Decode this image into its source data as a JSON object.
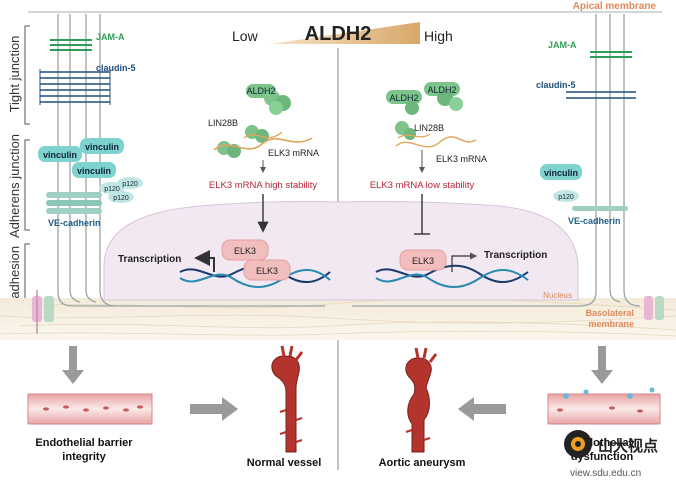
{
  "header": {
    "left_label": "Low",
    "title": "ALDH2",
    "right_label": "High",
    "apical": "Apical membrane"
  },
  "side_labels": {
    "tight": "Tight junction",
    "adherens": "Adherens junction",
    "focal": "Focal adhesion"
  },
  "left_cell": {
    "jama": "JAM-A",
    "claudin": "claudin-5",
    "vinculin": [
      "vinculin",
      "vinculin",
      "vinculin"
    ],
    "p120": [
      "p120",
      "p120",
      "p120"
    ],
    "vecad": "VE-cadherin"
  },
  "right_cell": {
    "jama": "JAM-A",
    "claudin": "claudin-5",
    "vinculin": "vinculin",
    "p120": "p120",
    "vecad": "VE-cadherin",
    "basolateral_1": "Basolateral",
    "basolateral_2": "membrane"
  },
  "low_pathway": {
    "aldh2": "ALDH2",
    "lin28b": "LIN28B",
    "mrna": "ELK3 mRNA",
    "stability": "ELK3 mRNA high stability",
    "elk3_a": "ELK3",
    "elk3_b": "ELK3",
    "transcription": "Transcription"
  },
  "high_pathway": {
    "aldh2_a": "ALDH2",
    "aldh2_b": "ALDH2",
    "lin28b": "LIN28B",
    "mrna": "ELK3 mRNA",
    "stability": "ELK3 mRNA low stability",
    "elk3": "ELK3",
    "transcription": "Transcription",
    "nucleus": "Nucleus"
  },
  "outcomes": {
    "barrier_1": "Endothelial barrier",
    "barrier_2": "integrity",
    "normal": "Normal vessel",
    "aneurysm": "Aortic aneurysm",
    "dysfunction_1": "Endothelial",
    "dysfunction_2": "dysfunction"
  },
  "watermark": {
    "brand": "山大视点",
    "url": "view.sdu.edu.cn"
  },
  "colors": {
    "membrane": "#9aa5a8",
    "jam_green": "#2e9d5a",
    "claudin_blue": "#1d4f7a",
    "vinculin_teal": "#7fd3cf",
    "protein_green": "#7cc48a",
    "mrna_orange": "#e1a45a",
    "stability_red": "#b5263a",
    "elk3_pink": "#f2bdbd",
    "nucleus_lilac": "#f1e8f2",
    "arrow_grey": "#9a9a9a",
    "vessel_red": "#b3342c"
  }
}
